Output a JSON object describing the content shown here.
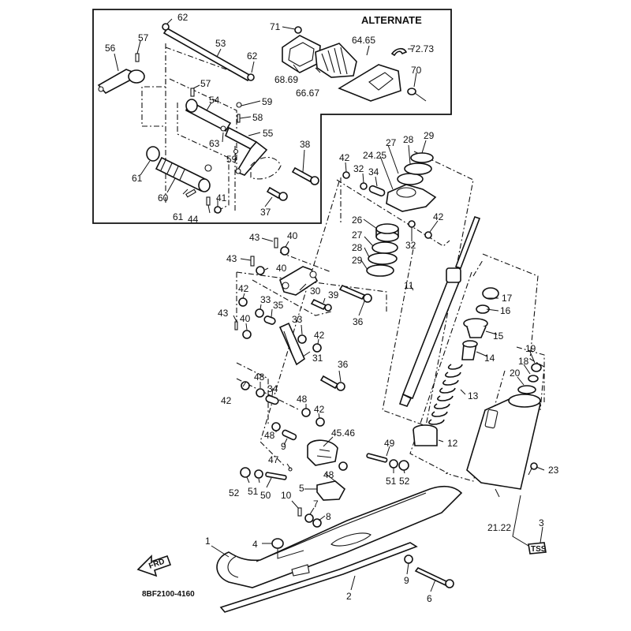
{
  "diagram": {
    "inset_title": "ALTERNATE",
    "drawing_code": "8BF2100-4160",
    "direction_marker": "FRD",
    "decal_text": "TSS",
    "labels": {
      "p62a": "62",
      "p57a": "57",
      "p56": "56",
      "p53": "53",
      "p62b": "62",
      "p71": "71",
      "p6465": "64.65",
      "p7273": "72.73",
      "p6869": "68.69",
      "p6667": "66.67",
      "p70": "70",
      "p57b": "57",
      "p54": "54",
      "p59a": "59",
      "p58": "58",
      "p63": "63",
      "p55": "55",
      "p59b": "59",
      "p38": "38",
      "p61a": "61",
      "p60": "60",
      "p61b": "61",
      "p44": "44",
      "p41": "41",
      "p37": "37",
      "p29a": "29",
      "p28a": "28",
      "p27a": "27",
      "p2425": "24.25",
      "p42a": "42",
      "p32a": "32",
      "p34a": "34",
      "p42b": "42",
      "p26": "26",
      "p32b": "32",
      "p27b": "27",
      "p28b": "28",
      "p29b": "29",
      "p11": "11",
      "p43a": "43",
      "p40a": "40",
      "p43b": "43",
      "p40b": "40",
      "p30": "30",
      "p39": "39",
      "p36a": "36",
      "p42c": "42",
      "p33a": "33",
      "p35": "35",
      "p43c": "43",
      "p40c": "40",
      "p33b": "33",
      "p42d": "42",
      "p31": "31",
      "p36b": "36",
      "p17": "17",
      "p16": "16",
      "p15": "15",
      "p14": "14",
      "p13": "13",
      "p12": "12",
      "p19": "19",
      "p18": "18",
      "p20": "20",
      "p48a": "48",
      "p34b": "34",
      "p42e": "42",
      "p48b": "48",
      "p42f": "42",
      "p48c": "48",
      "p9a": "9",
      "p4546": "45.46",
      "p49": "49",
      "p47": "47",
      "p48d": "48",
      "p52a": "52",
      "p51a": "51",
      "p50": "50",
      "p5": "5",
      "p51b": "51",
      "p52b": "52",
      "p10": "10",
      "p7": "7",
      "p8": "8",
      "p23": "23",
      "p2122": "21.22",
      "p3": "3",
      "p1": "1",
      "p4": "4",
      "p9b": "9",
      "p6": "6",
      "p2": "2"
    }
  }
}
